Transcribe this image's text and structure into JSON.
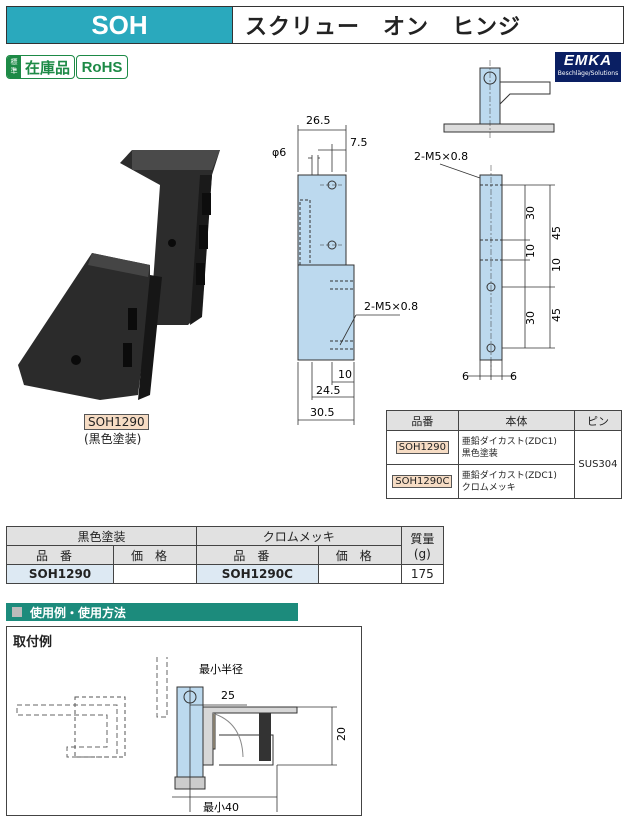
{
  "header": {
    "code": "SOH",
    "title": "スクリュー　オン　ヒンジ"
  },
  "badges": {
    "stock_side": [
      "標",
      "準"
    ],
    "stock_main": "在庫品",
    "rohs": "RoHS"
  },
  "brand": {
    "logo": "EMKA",
    "sub": "Beschläge/Solutions"
  },
  "photo": {
    "code": "SOH1290",
    "finish": "(黒色塗装)"
  },
  "drawing": {
    "dims_front": [
      "26.5",
      "7.5",
      "φ6",
      "2-M5×0.8",
      "10",
      "24.5",
      "30.5"
    ],
    "dims_side": [
      "2-M5×0.8",
      "30",
      "10",
      "30",
      "45",
      "10",
      "45",
      "6",
      "6"
    ]
  },
  "material_table": {
    "headers": [
      "品番",
      "本体",
      "ピン"
    ],
    "rows": [
      {
        "part": "SOH1290",
        "body": [
          "亜鉛ダイカスト(ZDC1)",
          "黒色塗装"
        ]
      },
      {
        "part": "SOH1290C",
        "body": [
          "亜鉛ダイカスト(ZDC1)",
          "クロムメッキ"
        ]
      }
    ],
    "pin": "SUS304"
  },
  "price_table": {
    "group_black": "黒色塗装",
    "group_chrome": "クロムメッキ",
    "mass_header": "質量",
    "mass_unit": "(g)",
    "col_part": "品番",
    "col_price": "価格",
    "part_black": "SOH1290",
    "part_chrome": "SOH1290C",
    "mass": "175"
  },
  "usage": {
    "bar": "使用例・使用方法",
    "title": "取付例",
    "labels": {
      "min_radius": "最小半径",
      "dim_25": "25",
      "dim_20": "20",
      "min_40": "最小40"
    }
  }
}
